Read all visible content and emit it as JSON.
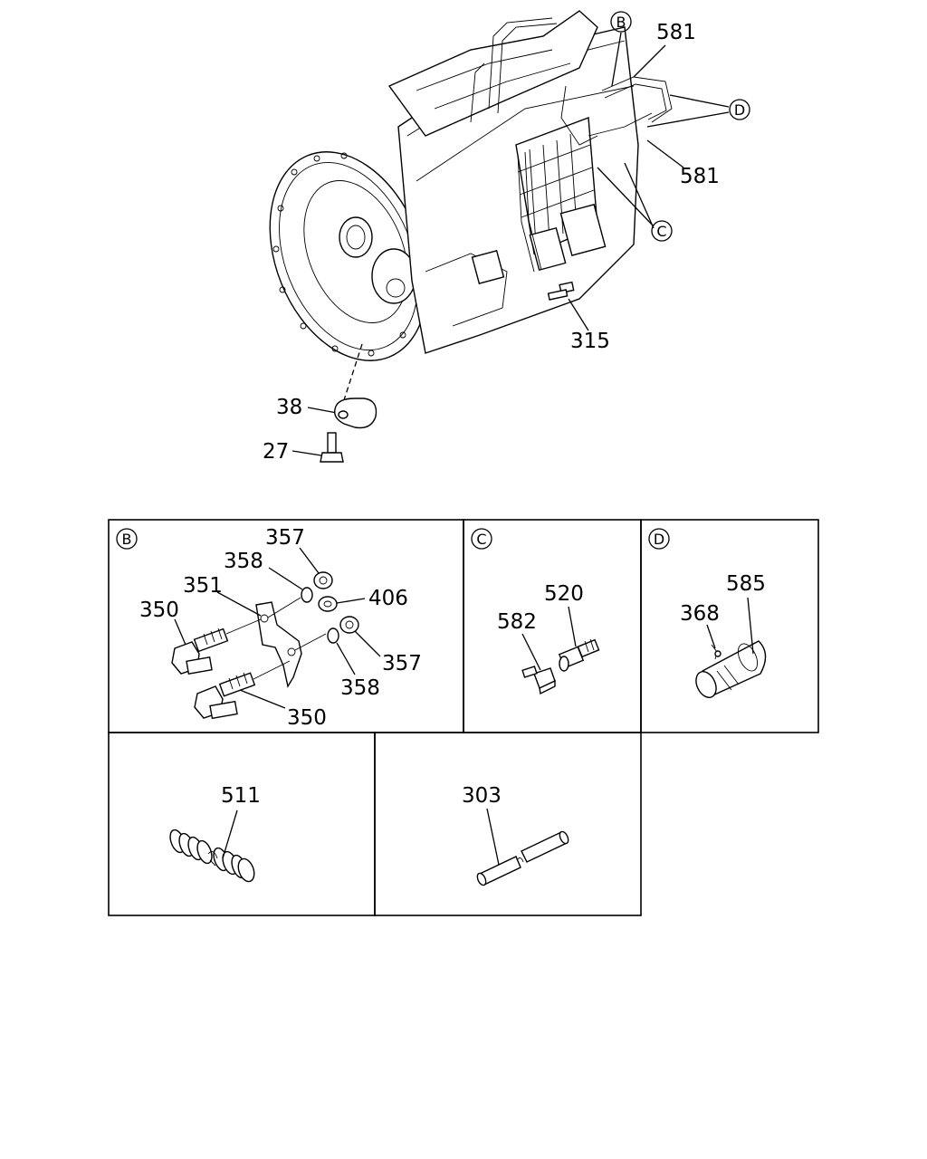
{
  "main_labels": {
    "b_callout": "B",
    "d_callout": "D",
    "c_callout": "C",
    "p581_top": "581",
    "p581_bottom": "581",
    "p315": "315",
    "p38": "38",
    "p27": "27"
  },
  "panels": {
    "b": {
      "header": "B",
      "labels": {
        "p357_top": "357",
        "p358_top": "358",
        "p351": "351",
        "p406": "406",
        "p350_top": "350",
        "p357_bottom": "357",
        "p358_bottom": "358",
        "p350_bottom": "350"
      }
    },
    "c": {
      "header": "C",
      "labels": {
        "p520": "520",
        "p582": "582"
      }
    },
    "d": {
      "header": "D",
      "labels": {
        "p585": "585",
        "p368": "368"
      }
    },
    "e": {
      "labels": {
        "p511": "511"
      }
    },
    "f": {
      "labels": {
        "p303": "303"
      }
    }
  }
}
